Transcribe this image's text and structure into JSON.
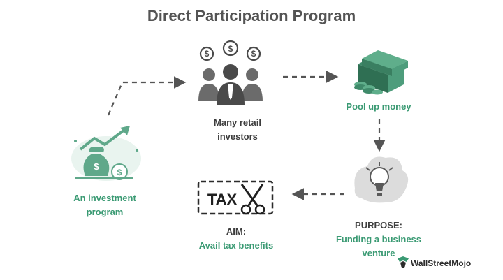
{
  "title": "Direct Participation Program",
  "nodes": {
    "investment": {
      "line1": "An investment",
      "line2": "program"
    },
    "investors": {
      "line1": "Many retail",
      "line2": "investors"
    },
    "pool": {
      "line1": "Pool up money"
    },
    "purpose": {
      "line1": "PURPOSE:",
      "line2": "Funding a business",
      "line3": "venture"
    },
    "aim": {
      "line1": "AIM:",
      "line2": "Avail tax benefits"
    }
  },
  "tax_icon_text": "TAX",
  "brand": "WallStreetMojo",
  "colors": {
    "green": "#3a9a73",
    "dark": "#3d3d3d",
    "arrow": "#555555",
    "icon_green": "#5fa88a",
    "money_green": "#3f8a6a"
  }
}
